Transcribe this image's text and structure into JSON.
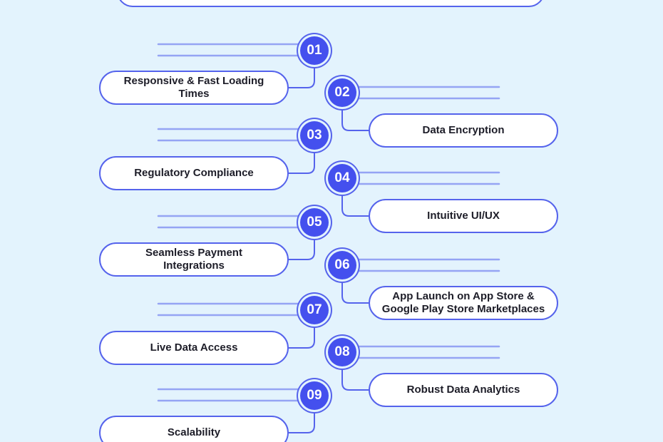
{
  "colors": {
    "accent": "#4450ee",
    "outline": "#5563ec",
    "background": "#e3f3fd",
    "pill": "#ffffff",
    "text": "#1d1d28"
  },
  "steps": [
    {
      "number": "01",
      "label": "Responsive & Fast Loading\nTimes",
      "side": "left"
    },
    {
      "number": "02",
      "label": "Data Encryption",
      "side": "right"
    },
    {
      "number": "03",
      "label": "Regulatory Compliance",
      "side": "left"
    },
    {
      "number": "04",
      "label": "Intuitive UI/UX",
      "side": "right"
    },
    {
      "number": "05",
      "label": "Seamless Payment\nIntegrations",
      "side": "left"
    },
    {
      "number": "06",
      "label": "App Launch on App Store &\nGoogle Play Store Marketplaces",
      "side": "right"
    },
    {
      "number": "07",
      "label": "Live Data Access",
      "side": "left"
    },
    {
      "number": "08",
      "label": "Robust Data Analytics",
      "side": "right"
    },
    {
      "number": "09",
      "label": "Scalability",
      "side": "left"
    }
  ]
}
